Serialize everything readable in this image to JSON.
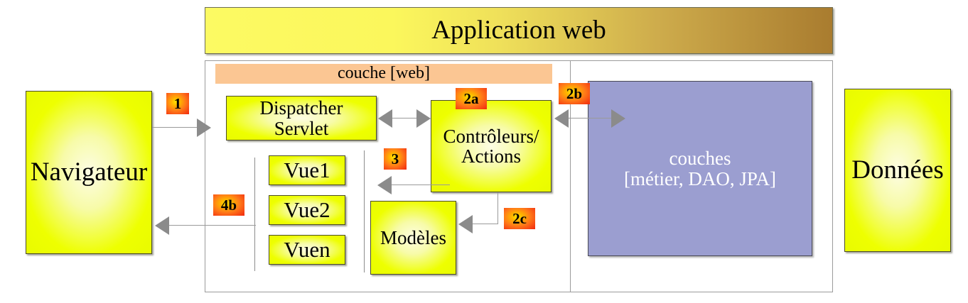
{
  "title_bar": {
    "label": "Application web"
  },
  "web_layer": {
    "banner_label": "couche [web]"
  },
  "nodes": {
    "browser": {
      "label": "Navigateur"
    },
    "dispatcher": {
      "line1": "Dispatcher",
      "line2": "Servlet"
    },
    "controllers": {
      "line1": "Contrôleurs/",
      "line2": "Actions"
    },
    "views": [
      {
        "label": "Vue1"
      },
      {
        "label": "Vue2"
      },
      {
        "label": "Vuen"
      }
    ],
    "models": {
      "label": "Modèles"
    },
    "layers": {
      "line1": "couches",
      "line2": "[métier, DAO, JPA]"
    },
    "data": {
      "label": "Données"
    }
  },
  "steps": [
    {
      "id": "step-1",
      "label": "1"
    },
    {
      "id": "step-2a",
      "label": "2a"
    },
    {
      "id": "step-2b",
      "label": "2b"
    },
    {
      "id": "step-2c",
      "label": "2c"
    },
    {
      "id": "step-3",
      "label": "3"
    },
    {
      "id": "step-4b",
      "label": "4b"
    }
  ],
  "colors": {
    "yellow_box": "#eeff00",
    "purple_box": "#9b9ed0",
    "peach_banner": "#fbc693",
    "badge_orange": "#ff7a18",
    "gold_gradient_start": "#fcfa63",
    "gold_gradient_end": "#a97c2f",
    "connector_gray": "#8b8b8b",
    "frame_gray": "#9b9b9b"
  }
}
